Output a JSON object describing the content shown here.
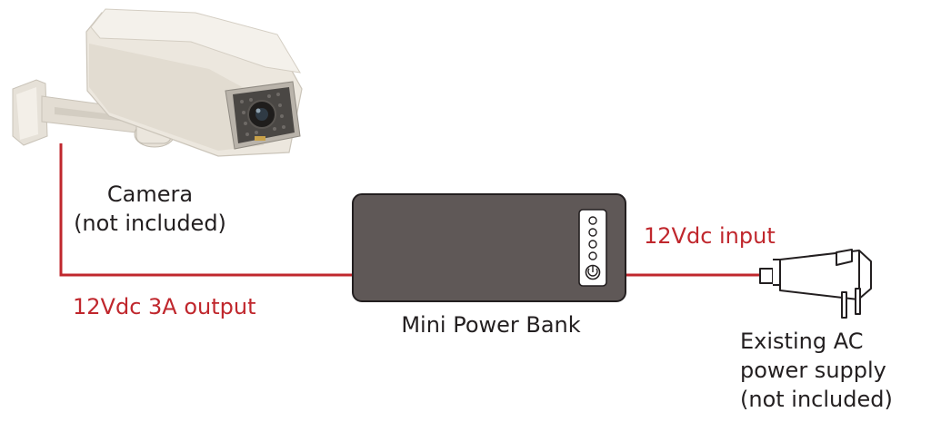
{
  "camera": {
    "label_line1": "Camera",
    "label_line2": "(not included)"
  },
  "power_bank": {
    "label": "Mini Power Bank",
    "indicator_lights": 4
  },
  "output_label": "12Vdc 3A output",
  "input_label": "12Vdc input",
  "ac_supply": {
    "label_line1": "Existing AC",
    "label_line2": "power supply",
    "label_line3": "(not included)"
  },
  "colors": {
    "cable": "#c0272d",
    "label_red": "#c0272d",
    "power_bank_body": "#5f5857",
    "outline": "#231f20",
    "camera_housing": "#ece7de"
  }
}
